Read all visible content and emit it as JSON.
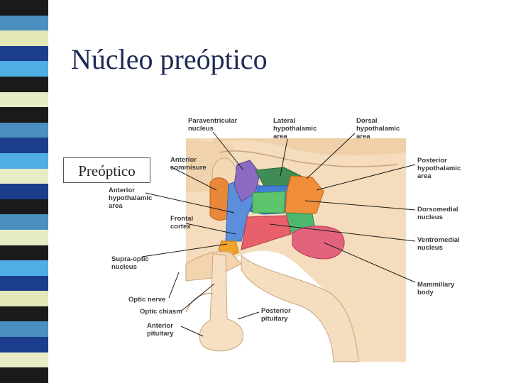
{
  "slide": {
    "title": "Núcleo preóptico",
    "highlight_label": "Preóptico"
  },
  "decor": {
    "stripe_colors": [
      "#1a1a1a",
      "#4a8fbf",
      "#e4e8b8",
      "#1b3d8c",
      "#4faee3",
      "#1a1a1a",
      "#e8ecc4",
      "#1a1a1a",
      "#4a8fbf",
      "#1b3d8c",
      "#4faee3",
      "#e8ecc4",
      "#1b3d8c",
      "#1a1a1a",
      "#4a8fbf",
      "#e8ecc4",
      "#1a1a1a",
      "#4faee3",
      "#1b3d8c",
      "#e4e8b8",
      "#1a1a1a",
      "#4a8fbf",
      "#1b3d8c",
      "#e8ecc4",
      "#1a1a1a"
    ]
  },
  "diagram": {
    "labels": {
      "paraventricular": [
        "Paraventricular",
        "nucleus"
      ],
      "lateral": [
        "Lateral",
        "hypothalamic",
        "area"
      ],
      "dorsal": [
        "Dorsal",
        "hypothalamic",
        "area"
      ],
      "anterior_commisure": [
        "Anterior",
        "commisure"
      ],
      "anterior_hypothalamic": [
        "Anterior",
        "hypothalamic",
        "area"
      ],
      "frontal_cortex": [
        "Frontal",
        "cortex"
      ],
      "supraoptic": [
        "Supra-optic",
        "nucleus"
      ],
      "optic_nerve": [
        "Optic nerve"
      ],
      "optic_chiasm": [
        "Optic chiasm"
      ],
      "anterior_pituitary": [
        "Anterior",
        "pituitary"
      ],
      "posterior_pituitary": [
        "Posterior",
        "pituitary"
      ],
      "posterior_hypothalamic": [
        "Posterior",
        "hypothalamic",
        "area"
      ],
      "dorsomedial": [
        "Dorsomedial",
        "nucleus"
      ],
      "ventromedial": [
        "Ventromedial",
        "nucleus"
      ],
      "mammillary": [
        "Mammillary",
        "body"
      ]
    }
  }
}
